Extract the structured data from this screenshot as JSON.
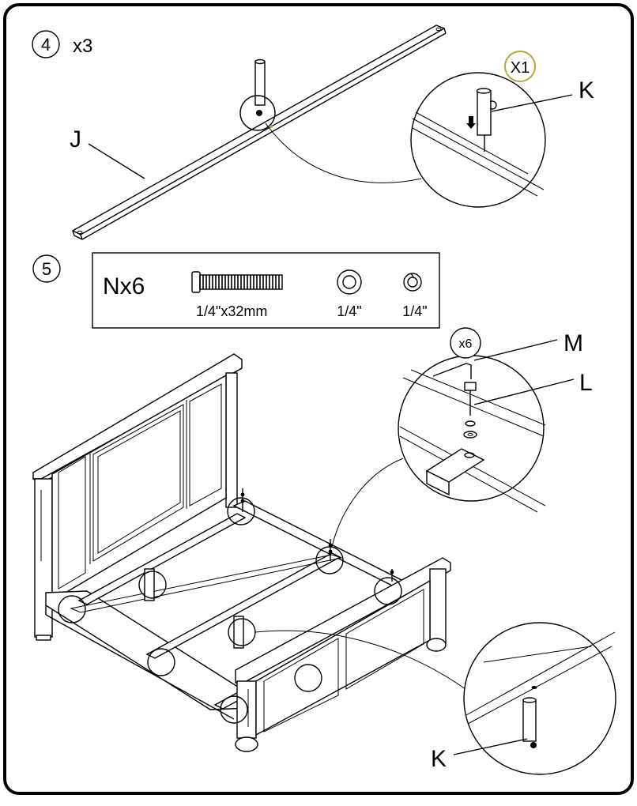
{
  "steps": [
    {
      "number": "4",
      "multiplier": "x3"
    },
    {
      "number": "5"
    }
  ],
  "part_labels": {
    "j": "J",
    "k_top": "K",
    "k_bottom": "K",
    "m": "M",
    "l": "L"
  },
  "qty_badges": {
    "step4": "X1",
    "step5": "x6"
  },
  "hardware": {
    "item": "Nx6",
    "bolt_size": "1/4\"x32mm",
    "washer_size": "1/4\"",
    "lock_washer_size": "1/4\""
  }
}
